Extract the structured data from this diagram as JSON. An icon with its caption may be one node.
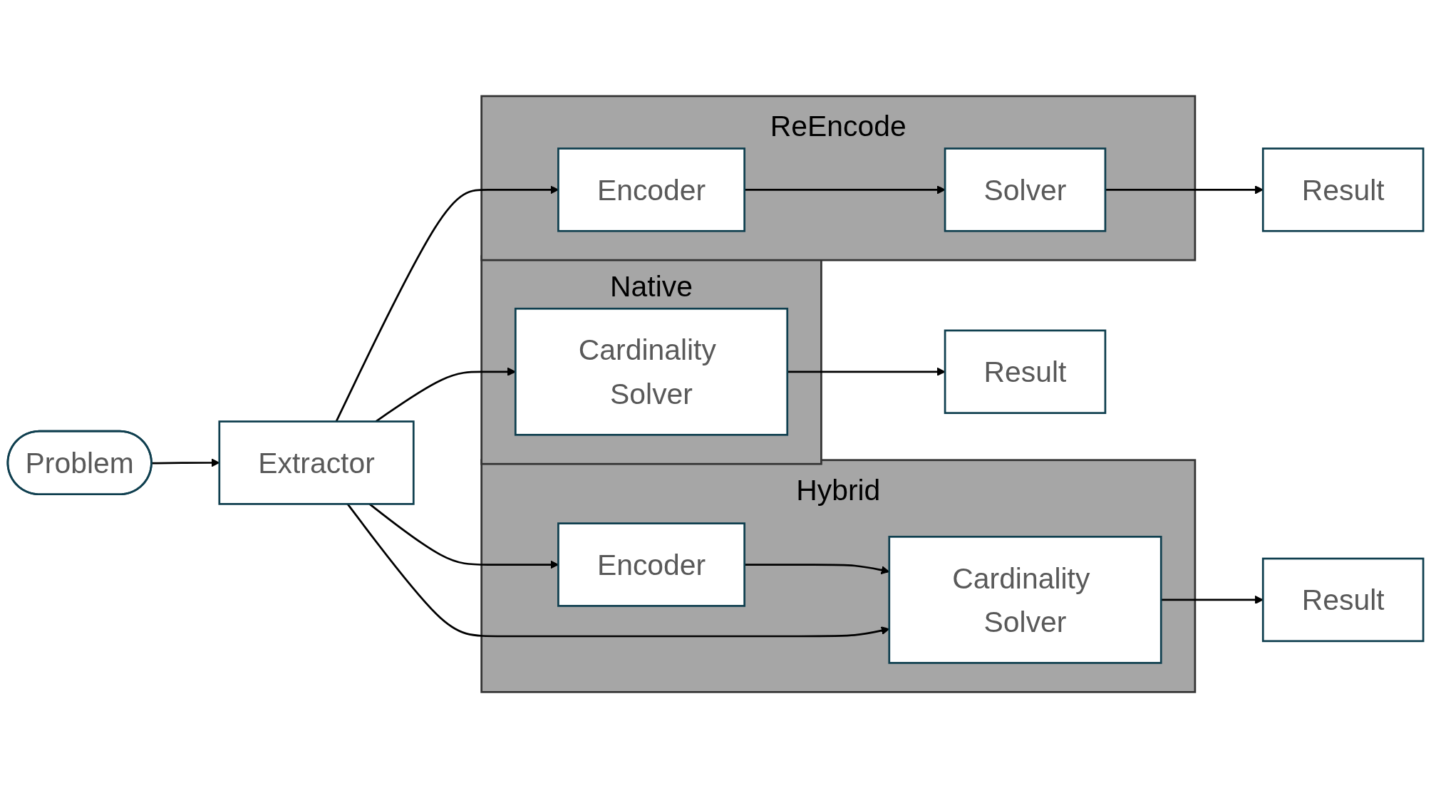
{
  "diagram": {
    "nodes": [
      {
        "text": [
          "Problem"
        ]
      },
      {
        "text": [
          "Extractor"
        ]
      },
      {
        "text": [
          "ReEncode"
        ]
      },
      {
        "text": [
          "Encoder"
        ],
        "in": 2
      },
      {
        "text": [
          "Solver"
        ],
        "in": 2
      },
      {
        "text": [
          "Result"
        ]
      },
      {
        "text": [
          "Native"
        ]
      },
      {
        "text": [
          "Cardinality Solver"
        ],
        "in": 6
      },
      {
        "text": [
          "Result"
        ]
      },
      {
        "text": [
          "Hybrid"
        ]
      },
      {
        "text": [
          "Encoder"
        ],
        "in": 9
      },
      {
        "text": [
          "Cardinality Solver"
        ],
        "in": 9
      },
      {
        "text": [
          "Result"
        ]
      }
    ],
    "edges": [
      {
        "from": 0,
        "to": 1,
        "arrow": "to"
      },
      {
        "from": 1,
        "to": 3,
        "arrow": "to"
      },
      {
        "from": 3,
        "to": 4,
        "arrow": "to"
      },
      {
        "from": 4,
        "to": 5,
        "arrow": "to"
      },
      {
        "from": 1,
        "to": 7,
        "arrow": "to"
      },
      {
        "from": 7,
        "to": 8,
        "arrow": "to"
      },
      {
        "from": 1,
        "to": 10,
        "arrow": "to"
      },
      {
        "from": 10,
        "to": 11,
        "arrow": "to"
      },
      {
        "from": 1,
        "to": 11,
        "arrow": "to"
      },
      {
        "from": 11,
        "to": 12,
        "arrow": "to"
      }
    ]
  }
}
